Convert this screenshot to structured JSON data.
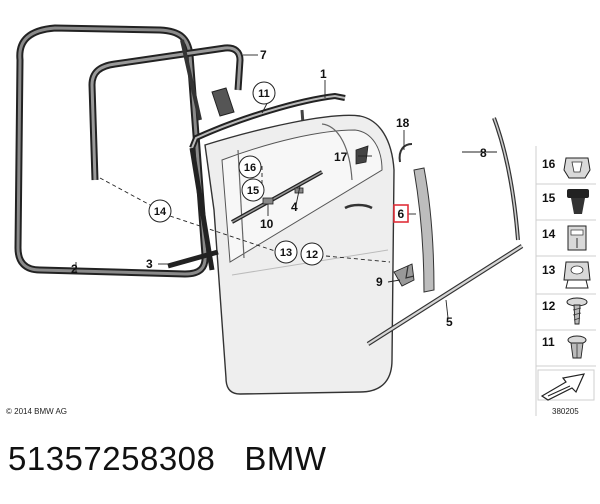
{
  "diagram": {
    "callouts": {
      "c1": "1",
      "c2": "2",
      "c3": "3",
      "c4": "4",
      "c5": "5",
      "c6": "6",
      "c7": "7",
      "c8": "8",
      "c9": "9",
      "c10": "10",
      "c11": "11",
      "c12": "12",
      "c13": "13",
      "c14": "14",
      "c15": "15",
      "c16": "16",
      "c17": "17",
      "c18": "18"
    },
    "highlight_color": "#e0303a",
    "legend": [
      {
        "label": "16",
        "icon": "plastic-clip-icon"
      },
      {
        "label": "15",
        "icon": "push-pin-clip-icon"
      },
      {
        "label": "14",
        "icon": "expanding-nut-icon"
      },
      {
        "label": "13",
        "icon": "sheet-metal-nut-icon"
      },
      {
        "label": "12",
        "icon": "screw-icon"
      },
      {
        "label": "11",
        "icon": "expanding-rivet-icon"
      }
    ],
    "copyright": "© 2014 BMW AG",
    "diagram_number": "380205"
  },
  "caption": {
    "part_number": "51357258308",
    "brand": "BMW"
  }
}
